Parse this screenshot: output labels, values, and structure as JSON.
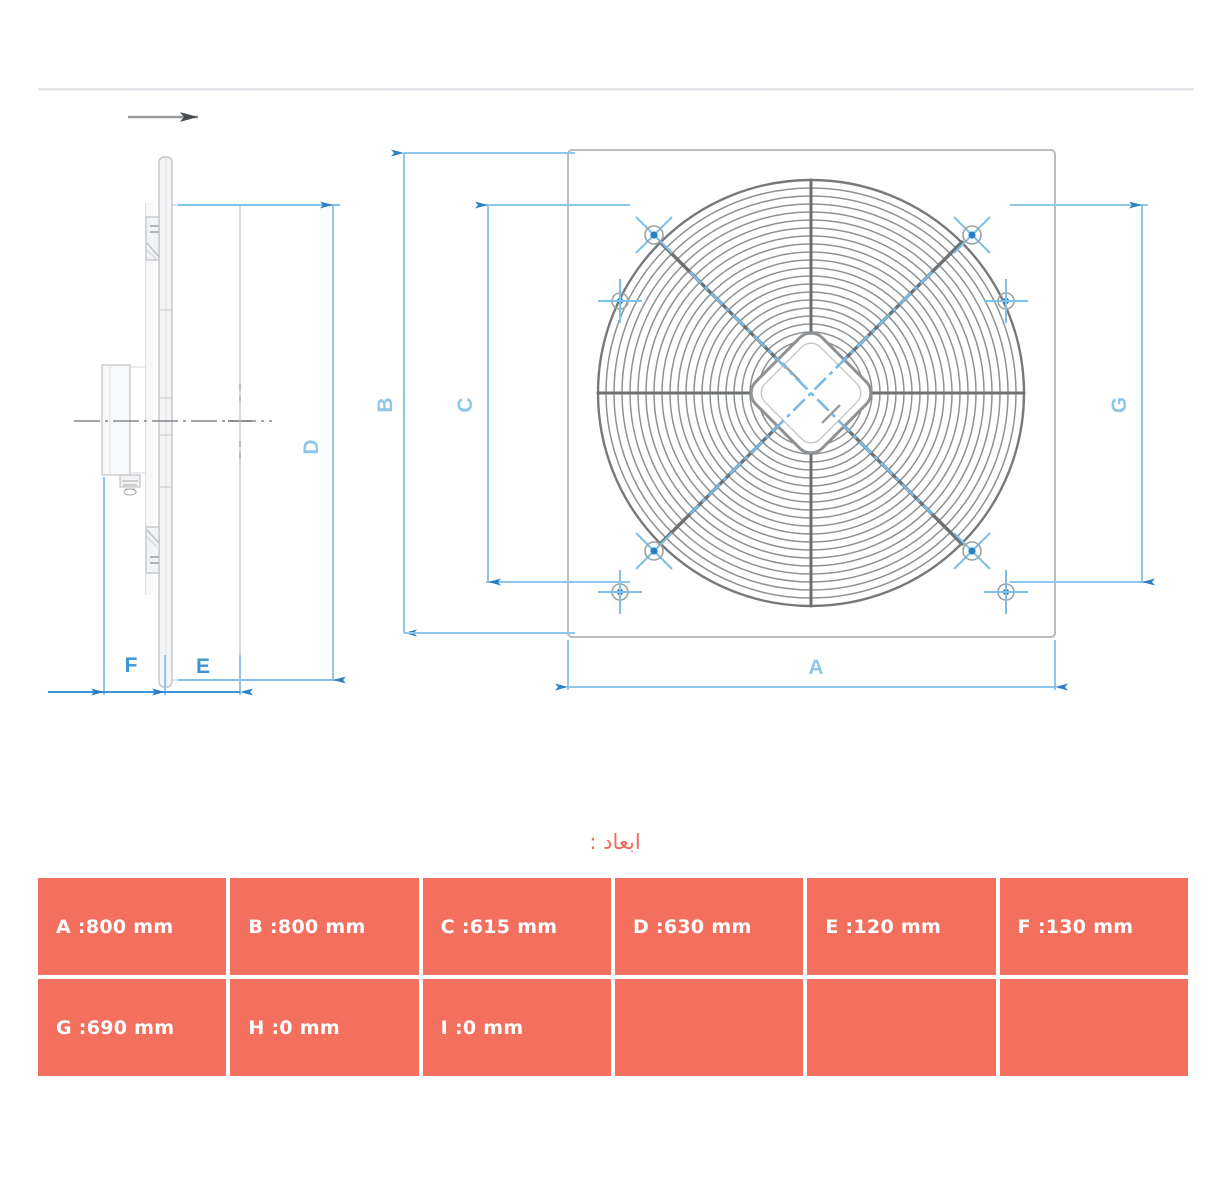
{
  "drawing": {
    "airflow_arrow": "airflow-direction-arrow",
    "labels": {
      "A": "A",
      "B": "B",
      "C": "C",
      "D": "D",
      "E": "E",
      "F": "F",
      "G": "G"
    },
    "colors": {
      "dimension_blue": "#3d95d4",
      "dimension_blue_light": "#8fc7ea",
      "outline_gray": "#b9bcbf",
      "grille_gray": "#8e9193",
      "centerline_gray": "#6d7073"
    },
    "views": {
      "side_view": "side-section-view",
      "front_view": "front-view"
    }
  },
  "heading": {
    "dimensions_title": "ابعاد :",
    "color": "#f26a5a"
  },
  "table": {
    "cell_color": "#f4705e",
    "text_color": "#ffffff",
    "rows": [
      [
        "A :800 mm",
        "B :800 mm",
        "C :615 mm",
        "D :630 mm",
        "E :120 mm",
        "F :130 mm"
      ],
      [
        "G :690 mm",
        "H :0 mm",
        "I :0 mm",
        "",
        "",
        ""
      ]
    ]
  }
}
